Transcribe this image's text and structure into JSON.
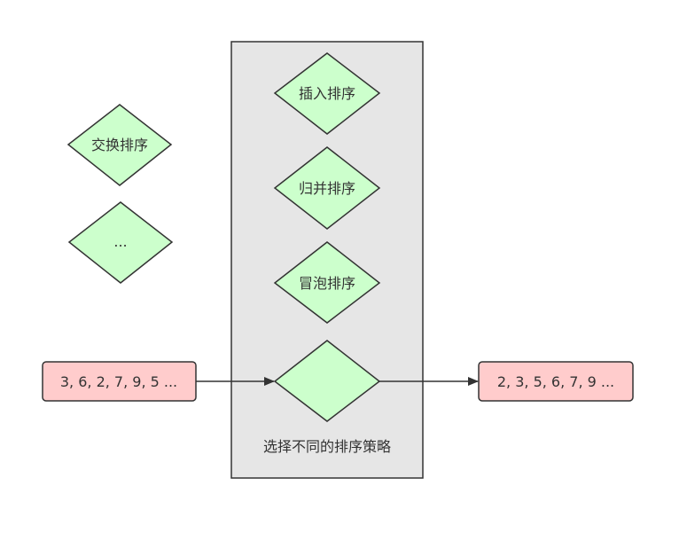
{
  "colors": {
    "container_fill": "#e6e6e6",
    "diamond_fill": "#ccffcc",
    "box_fill": "#ffcccc",
    "stroke": "#333333",
    "text": "#333333"
  },
  "container": {
    "caption": "选择不同的排序策略"
  },
  "strategies": {
    "insertion": "插入排序",
    "merge": "归并排序",
    "bubble": "冒泡排序",
    "selected": ""
  },
  "other": {
    "exchange": "交换排序",
    "more": "..."
  },
  "input": {
    "label": "3, 6, 2, 7, 9, 5 ..."
  },
  "output": {
    "label": "2, 3, 5, 6, 7, 9 ..."
  }
}
